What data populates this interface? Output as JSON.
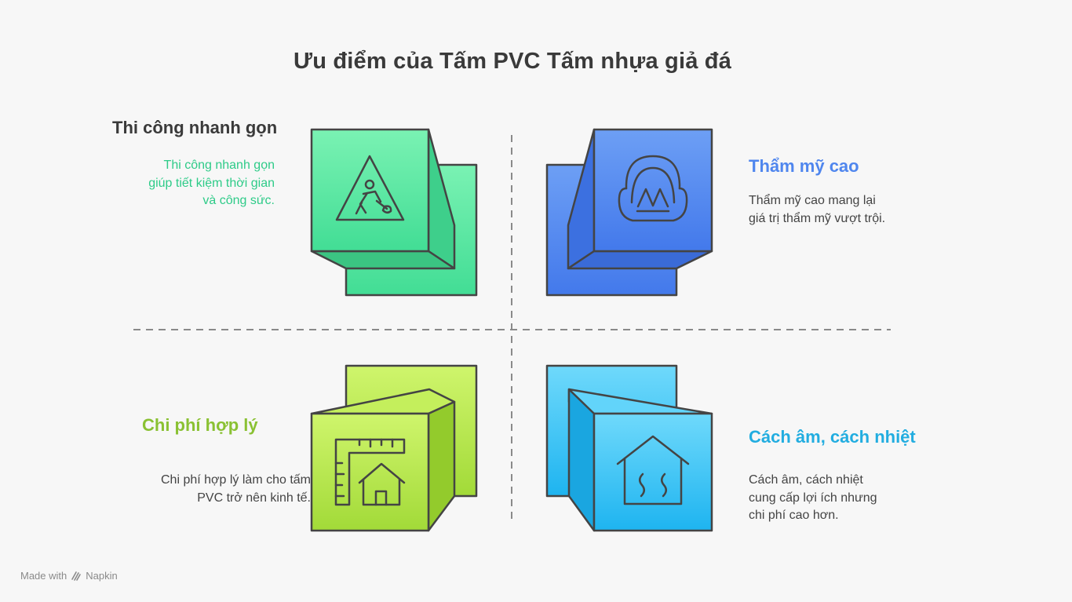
{
  "title": "Ưu điểm của Tấm PVC Tấm nhựa giả đá",
  "quadrants": {
    "top_left": {
      "title": "Thi công nhanh gọn",
      "description": "Thi công nhanh gọn giúp tiết kiệm thời gian và công sức.",
      "icon": "construction-worker-sign-icon",
      "color": "#4fe09f"
    },
    "top_right": {
      "title": "Thẩm mỹ cao",
      "description": "Thẩm mỹ cao mang lại giá trị thẩm mỹ vượt trội.",
      "icon": "car-seat-icon",
      "color": "#4f86ee"
    },
    "bottom_left": {
      "title": "Chi phí hợp lý",
      "description": "Chi phí hợp lý làm cho tấm PVC trở nên kinh tế.",
      "icon": "house-ruler-icon",
      "color": "#a6dc3e"
    },
    "bottom_right": {
      "title": "Cách âm, cách nhiệt",
      "description": "Cách âm, cách nhiệt cung cấp lợi ích nhưng chi phí cao hơn.",
      "icon": "house-heat-icon",
      "color": "#26b7f0"
    }
  },
  "colors": {
    "title_top_left": "#3a3a3a",
    "desc_top_left": "#2ecb88",
    "title_top_right": "#4f86ee",
    "title_bottom_left": "#8ac133",
    "title_bottom_right": "#22ade0"
  },
  "footer": {
    "made_with": "Made with",
    "brand": "Napkin"
  }
}
